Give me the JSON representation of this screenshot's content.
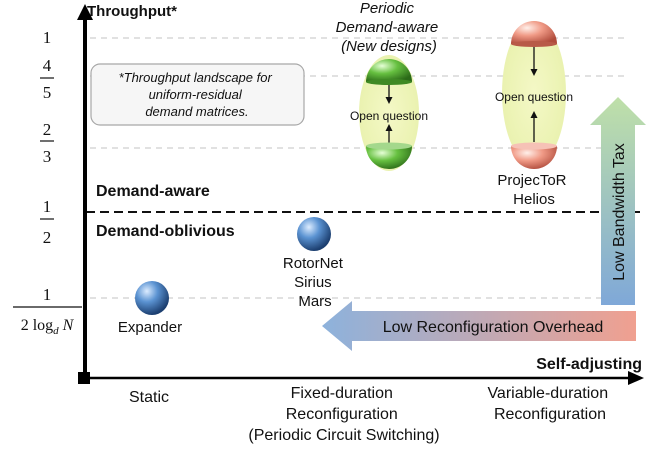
{
  "axes": {
    "y_label": "Throughput*",
    "x_label": "Self-adjusting",
    "y_ticks": [
      {
        "kind": "int",
        "text": "1"
      },
      {
        "kind": "frac",
        "num": "4",
        "den": "5"
      },
      {
        "kind": "frac",
        "num": "2",
        "den": "3"
      },
      {
        "kind": "frac",
        "num": "1",
        "den": "2"
      },
      {
        "kind": "frac",
        "num": "1",
        "den": "2 log",
        "den_sub": "d",
        "den_tail": " N"
      }
    ],
    "x_categories": [
      {
        "lines": [
          "Static"
        ]
      },
      {
        "lines": [
          "Fixed-duration",
          "Reconfiguration",
          "(Periodic Circuit Switching)"
        ]
      },
      {
        "lines": [
          "Variable-duration",
          "Reconfiguration"
        ]
      }
    ]
  },
  "note": {
    "lines": [
      "*Throughput landscape for",
      "uniform-residual",
      "demand matrices."
    ]
  },
  "regions": {
    "above": "Demand-aware",
    "below": "Demand-oblivious"
  },
  "points": {
    "expander": {
      "lines": [
        "Expander"
      ],
      "color": "#4f88c8"
    },
    "rotornet": {
      "lines": [
        "RotorNet",
        "Sirius",
        "Mars"
      ],
      "color": "#4f88c8"
    }
  },
  "periodic": {
    "title_lines": [
      "Periodic",
      "Demand-aware",
      "(New designs)"
    ],
    "question": "Open question",
    "color": "#66bb44"
  },
  "projector": {
    "lines": [
      "ProjecToR",
      "Helios"
    ],
    "question": "Open question",
    "color": "#e88a78"
  },
  "arrows": {
    "bandwidth_tax": "Low Bandwidth Tax",
    "reconfig_overhead": "Low Reconfiguration Overhead"
  }
}
